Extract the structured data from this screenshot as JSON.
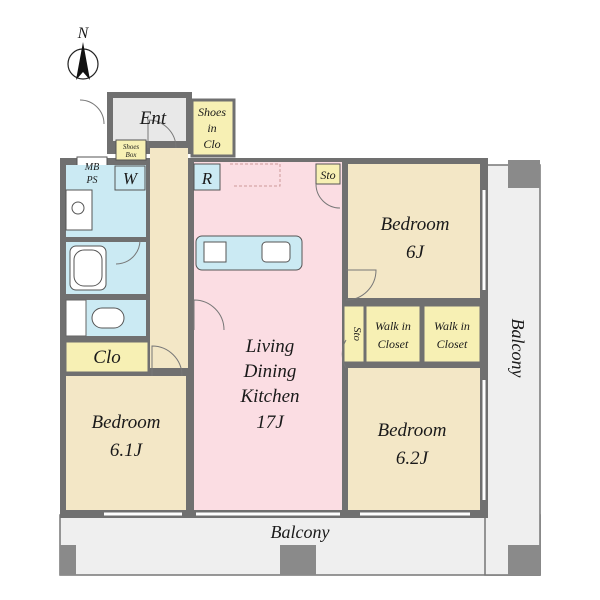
{
  "compass": {
    "north": "N"
  },
  "rooms": {
    "entrance": "Ent",
    "shoes_in_closet": [
      "Shoes",
      "in",
      "Clo"
    ],
    "shoes_box": [
      "Shoes",
      "Box"
    ],
    "mb_ps": [
      "MB",
      "PS"
    ],
    "washer": "W",
    "refrigerator": "R",
    "storage_top": "Sto",
    "storage_side": "Sto",
    "closet": "Clo",
    "bedroom_top_right": {
      "name": "Bedroom",
      "size": "6J"
    },
    "bedroom_left": {
      "name": "Bedroom",
      "size": "6.1J"
    },
    "bedroom_bottom_right": {
      "name": "Bedroom",
      "size": "6.2J"
    },
    "walk_in_closet_1": [
      "Walk in",
      "Closet"
    ],
    "walk_in_closet_2": [
      "Walk in",
      "Closet"
    ],
    "ldk": [
      "Living",
      "Dining",
      "Kitchen",
      "17J"
    ],
    "balcony_bottom": "Balcony",
    "balcony_right": "Balcony"
  },
  "colors": {
    "wall": "#707070",
    "ldk": "#fbdde3",
    "bedroom": "#f3e7c6",
    "wet_area": "#cbeaf3",
    "closet": "#f7f0b4",
    "corridor": "#f3e7c6",
    "balcony": "#efefef"
  }
}
